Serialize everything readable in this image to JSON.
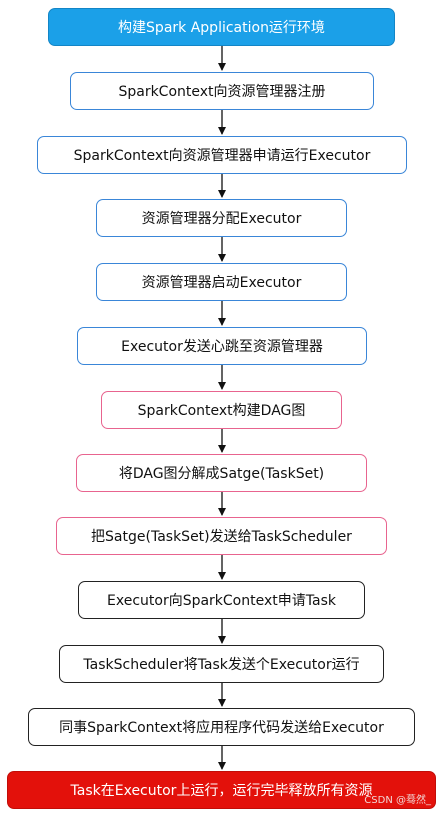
{
  "steps": [
    "构建Spark Application运行环境",
    "SparkContext向资源管理器注册",
    "SparkContext向资源管理器申请运行Executor",
    "资源管理器分配Executor",
    "资源管理器启动Executor",
    "Executor发送心跳至资源管理器",
    "SparkContext构建DAG图",
    "将DAG图分解成Satge(TaskSet)",
    "把Satge(TaskSet)发送给TaskScheduler",
    "Executor向SparkContext申请Task",
    "TaskScheduler将Task发送个Executor运行",
    "同事SparkContext将应用程序代码发送给Executor",
    "Task在Executor上运行，运行完毕释放所有资源"
  ],
  "watermark": "CSDN @蓦然_",
  "colors": {
    "start_fill": "#1ba0e8",
    "end_fill": "#e3110b",
    "blue_border": "#3a86d8",
    "pink_border": "#e8648f",
    "black_border": "#222222"
  }
}
